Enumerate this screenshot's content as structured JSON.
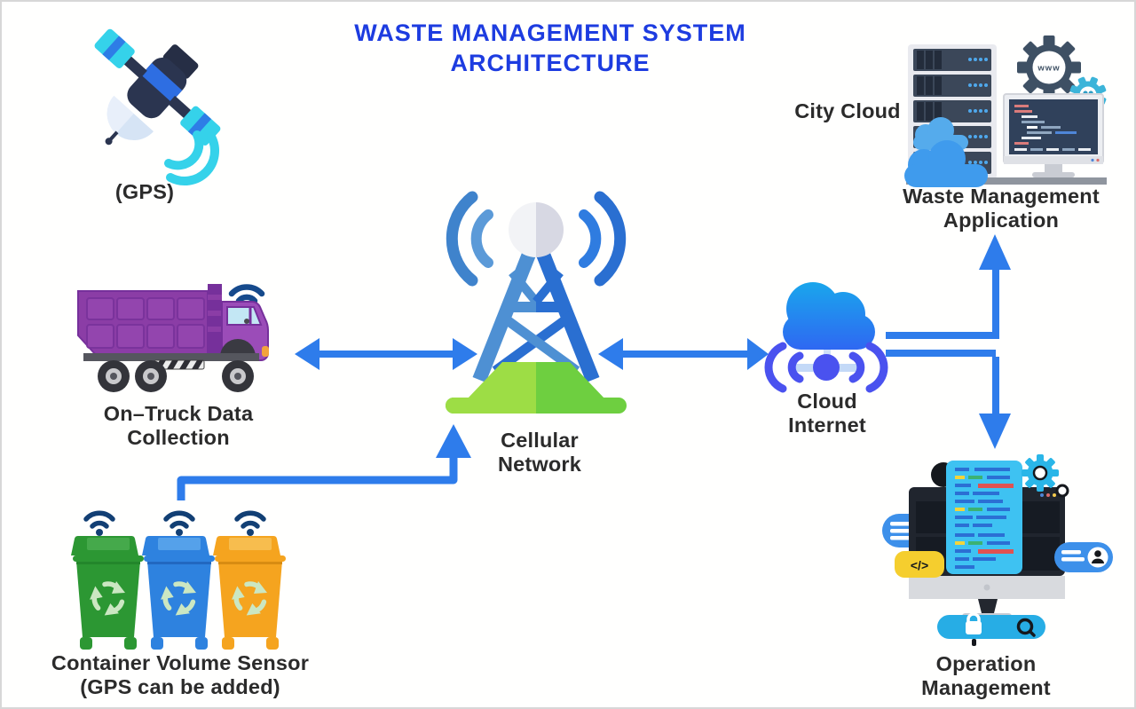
{
  "title": {
    "line1": "WASTE MANAGEMENT SYSTEM",
    "line2": "ARCHITECTURE"
  },
  "colors": {
    "title_blue": "#1d3ce0",
    "arrow_blue": "#2e7ceb",
    "label_dark": "#2b2b2b",
    "truck_purple": "#8b3da6",
    "tower_blue_light": "#4e90d3",
    "tower_blue_dark": "#2a6fd1",
    "tower_base_green": "#9ddd45",
    "cloud_gradient_top": "#19a8ec",
    "cloud_gradient_bottom": "#2f66f2",
    "bin_green": "#2c9733",
    "bin_blue": "#2e82df",
    "bin_orange": "#f5a41f",
    "wifi_navy": "#123f74",
    "paper_cyan": "#3ec2f2"
  },
  "nodes": {
    "gps": {
      "label": "(GPS)"
    },
    "city_cloud": {
      "label": "City Cloud"
    },
    "www_gear": {
      "label": "www"
    },
    "waste_app": {
      "line1": "Waste Management",
      "line2": "Application"
    },
    "truck": {
      "line1": "On–Truck Data",
      "line2": "Collection"
    },
    "cellular": {
      "line1": "Cellular",
      "line2": "Network"
    },
    "cloud_internet": {
      "line1": "Cloud",
      "line2": "Internet"
    },
    "bins": {
      "line1": "Container Volume Sensor",
      "line2": "(GPS can be added)"
    },
    "operation": {
      "line1": "Operation",
      "line2": "Management"
    },
    "code_tag": {
      "label": "</>"
    }
  }
}
